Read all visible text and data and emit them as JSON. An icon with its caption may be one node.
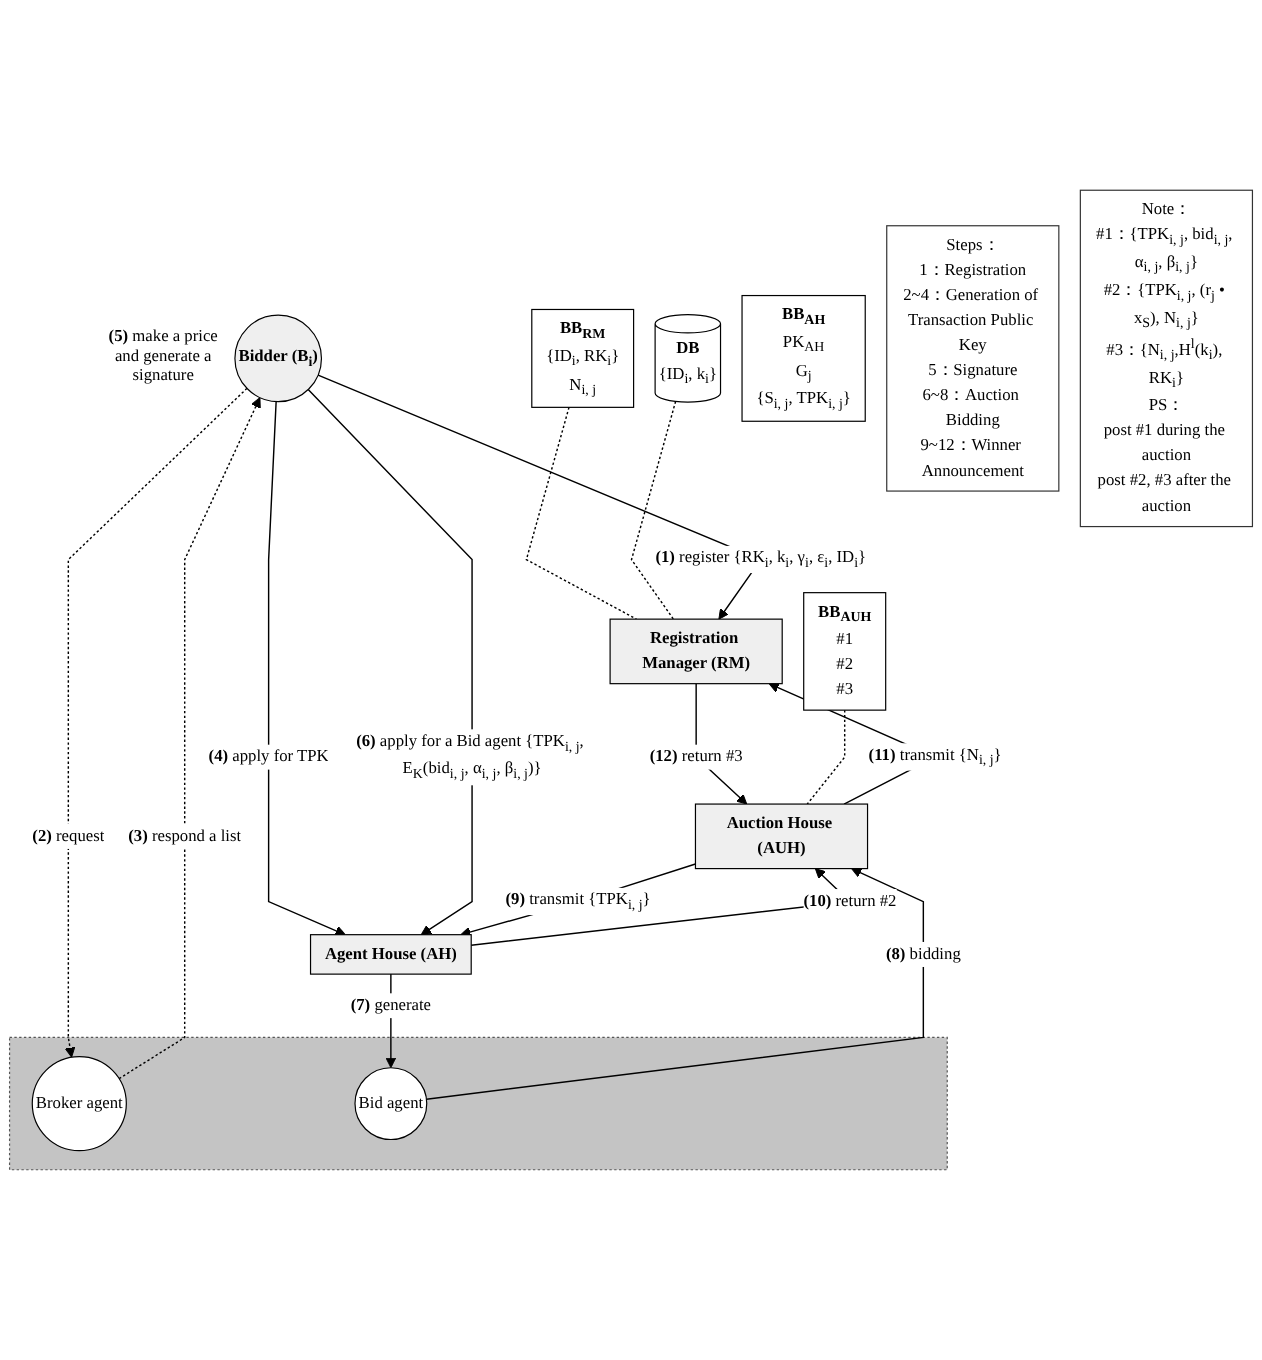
{
  "diagram": {
    "nodes": [
      {
        "text": [
          "BB$_{RM}$",
          "{ID$_{i}$, RK$_{i}$}",
          "N$_{i, j}$"
        ]
      },
      {
        "text": [
          "DB",
          "{ID$_{i}$, k$_{i}$}"
        ]
      },
      {
        "text": [
          "Registration Manager (RM)"
        ]
      },
      {
        "text": [
          "BB$_{AUH}$",
          "#1",
          "#2",
          "#3"
        ]
      },
      {
        "text": [
          "Bidder (B$_{i}$)"
        ],
        "beside": [
          "**(5)** make a price and generate a signature"
        ]
      },
      {
        "text": [
          "Auction House (AUH)"
        ]
      },
      {
        "text": [
          "Agent House (AH)"
        ]
      },
      {
        "text": [],
        "shape": "cloud"
      },
      {
        "text": [
          "Broker agent"
        ],
        "in": 7
      },
      {
        "text": [
          "Bid agent"
        ],
        "in": 7
      },
      {
        "text": [
          "BB$_{AH}$",
          "PK$_{AH}$",
          "G$_{j}$",
          "{S$_{i, j}$, TPK$_{i, j}$}"
        ]
      },
      {
        "text": [
          "Steps：",
          "1：Registration",
          "2~4：Generation of Transaction Public Key",
          "5：Signature",
          "6~8：Auction Bidding",
          "9~12：Winner Announcement"
        ]
      },
      {
        "text": [
          "Note：",
          "#1：{TPK$_{i, j}$, bid$_{i, j}$, α$_{i, j}$, β$_{i, j}$}",
          "#2：{TPK$_{i, j}$, (r$_{j}$ • x$_{S}$), N$_{i, j}$}",
          "#3：{N$_{i, j}$,H$^{l}$(k$_{i}$), RK$_{i}$}",
          "PS：",
          "post #1 during the auction",
          "post #2, #3 after the auction"
        ]
      }
    ],
    "edges": [
      {
        "from": 0,
        "to": 2,
        "arrow": "none",
        "style": "dashed"
      },
      {
        "from": 1,
        "to": 2,
        "arrow": "none",
        "style": "dashed"
      },
      {
        "from": 4,
        "to": 2,
        "arrow": "to",
        "label": "**(1)** register {RK$_{i}$, k$_{i}$, γ$_{i}$, ε$_{i}$, ID$_{i}$}"
      },
      {
        "from": 4,
        "to": 8,
        "arrow": "to",
        "label": "**(2)** request",
        "style": "dashed"
      },
      {
        "from": 8,
        "to": 4,
        "arrow": "to",
        "label": "**(3)** respond a list",
        "style": "dashed"
      },
      {
        "from": 4,
        "to": 6,
        "arrow": "to",
        "label": "**(4)** apply for TPK"
      },
      {
        "from": 4,
        "to": 6,
        "arrow": "to",
        "label": "**(6)** apply for a Bid agent {TPK$_{i, j}$, E$_{K}$(bid$_{i, j}$, α$_{i, j}$, β$_{i, j}$)}"
      },
      {
        "from": 6,
        "to": 9,
        "arrow": "to",
        "label": "**(7)** generate"
      },
      {
        "from": 9,
        "to": 5,
        "arrow": "to",
        "label": "**(8)** bidding"
      },
      {
        "from": 5,
        "to": 6,
        "arrow": "to",
        "label": "**(9)** transmit {TPK$_{i, j}$}"
      },
      {
        "from": 6,
        "to": 5,
        "arrow": "to",
        "label": "**(10)** return #2"
      },
      {
        "from": 5,
        "to": 2,
        "arrow": "to",
        "label": "**(11)** transmit {N$_{i, j}$}"
      },
      {
        "from": 2,
        "to": 5,
        "arrow": "to",
        "label": "**(12)** return #3"
      },
      {
        "from": 3,
        "to": 5,
        "arrow": "none",
        "style": "dashed"
      }
    ]
  }
}
